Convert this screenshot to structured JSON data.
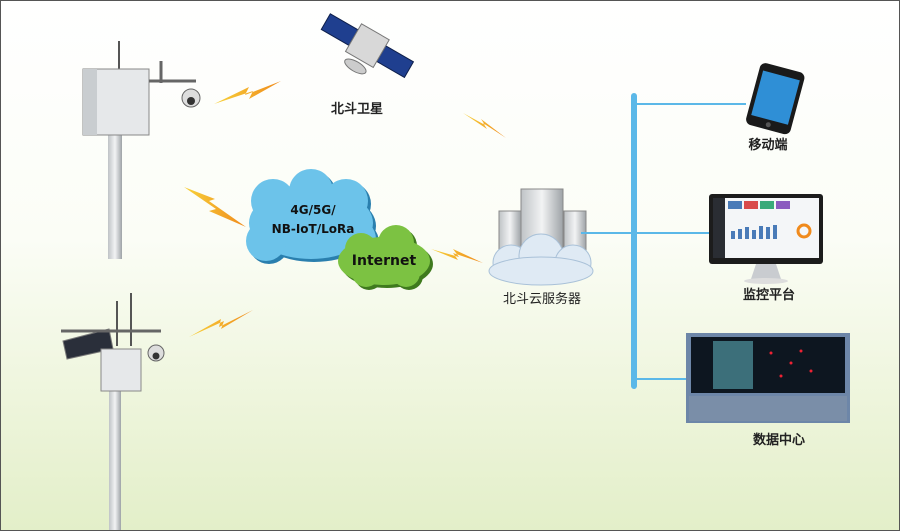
{
  "labels": {
    "satellite": "北斗卫星",
    "cloud_server": "北斗云服务器",
    "mobile": "移动端",
    "monitor_platform": "监控平台",
    "data_center": "数据中心"
  },
  "networks": {
    "wireless_line1": "4G/5G/",
    "wireless_line2": "NB-IoT/LoRa",
    "internet": "Internet"
  },
  "colors": {
    "bus_line": "#5bb8e8",
    "wireless_cloud": "#6cc3ea",
    "internet_cloud": "#7cc242",
    "lightning": "#f5a623",
    "background_bottom": "#e3efc9"
  }
}
